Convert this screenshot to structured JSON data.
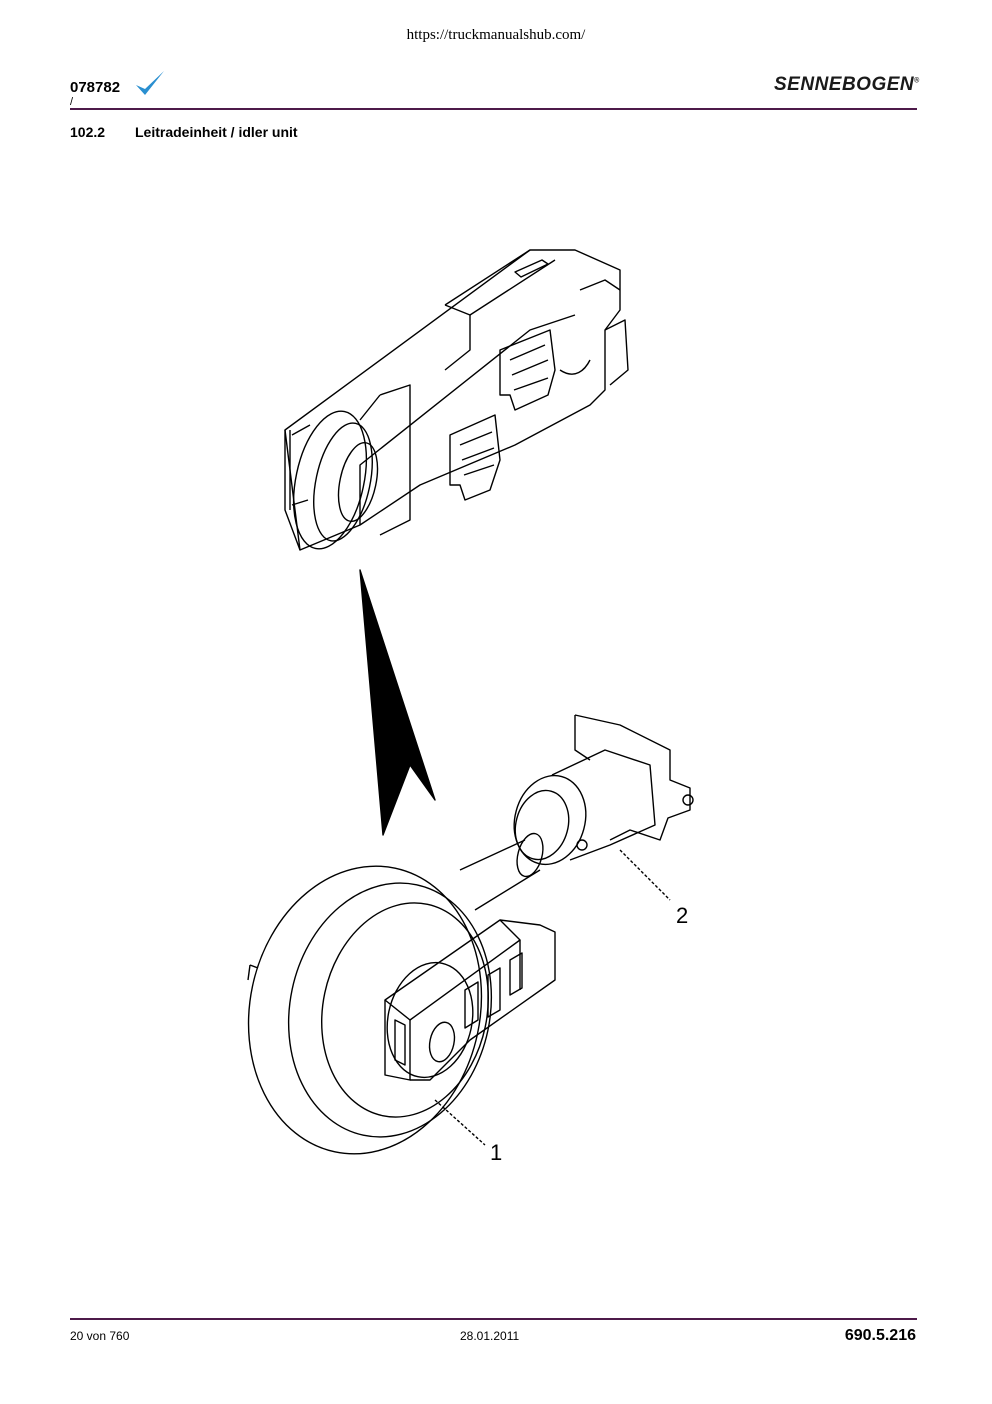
{
  "header": {
    "url": "https://truckmanualshub.com/",
    "doc_number": "078782",
    "slash": "/",
    "logo_text": "SENNEBOGEN",
    "check_icon": "check-icon"
  },
  "section": {
    "number": "102.2",
    "title": "Leitradeinheit / idler unit"
  },
  "figure": {
    "callouts": [
      "1",
      "2"
    ]
  },
  "footer": {
    "page": "20 von 760",
    "date": "28.01.2011",
    "doc_ref": "690.5.216"
  },
  "colors": {
    "rule": "#4d1a4a",
    "check": "#2a8fd0"
  }
}
